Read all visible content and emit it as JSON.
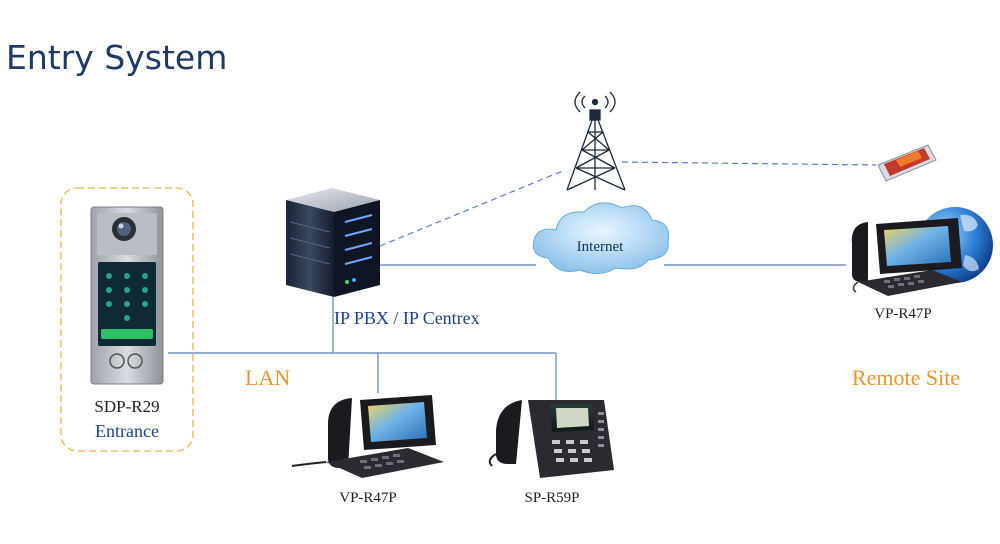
{
  "title": "Entry System",
  "labels": {
    "pbx": "IP PBX / IP Centrex",
    "internet": "Internet",
    "lan": "LAN",
    "remote_site": "Remote Site",
    "entrance_device": "SDP-R29",
    "entrance": "Entrance",
    "remote_phone": "VP-R47P",
    "lan_phone_video": "VP-R47P",
    "lan_phone_ip": "SP-R59P"
  },
  "colors": {
    "title": "#1f3864",
    "line": "#5b7fb8",
    "label_blue": "#1e3f8f",
    "label_orange": "#e8942c",
    "entrance_box": "#e9c36a"
  },
  "icons": [
    "door-intercom-icon",
    "server-icon",
    "cell-tower-icon",
    "cloud-icon",
    "smartphone-icon",
    "globe-icon",
    "video-phone-icon",
    "ip-phone-icon"
  ]
}
